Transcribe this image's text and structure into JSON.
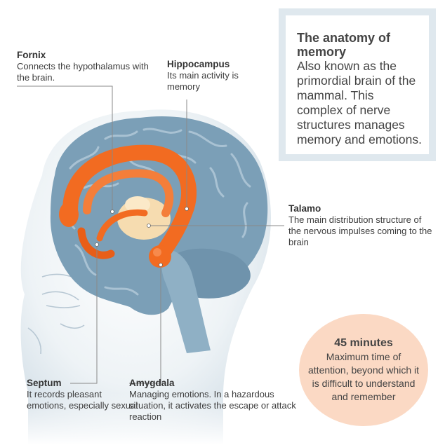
{
  "info": {
    "title": "The anatomy of memory",
    "text": "Also known as the primordial brain of the mammal. This complex of nerve structures manages memory and emotions."
  },
  "labels": {
    "fornix": {
      "title": "Fornix",
      "desc": "Connects the hypothalamus with the brain."
    },
    "hippocampus": {
      "title": "Hippocampus",
      "desc": "Its main activity is memory"
    },
    "talamo": {
      "title": "Talamo",
      "desc": "The main distribution structure of the nervous impulses coming to the brain"
    },
    "septum": {
      "title": "Septum",
      "desc": "It records pleasant emotions, especially sexual"
    },
    "amygdala": {
      "title": "Amygdala",
      "desc": "Managing emotions. In a hazardous situation, it activates the escape or attack reaction"
    }
  },
  "attention": {
    "title": "45 minutes",
    "text": "Maximum time of attention, beyond which it is difficult to understand and remember"
  },
  "colors": {
    "brain": "#7b9fb7",
    "limbic": "#f26b21",
    "thalamus": "#f6dcb0",
    "head": "#dde6ec",
    "circle": "#fbd9c4",
    "box_border": "#dfe8ee"
  }
}
